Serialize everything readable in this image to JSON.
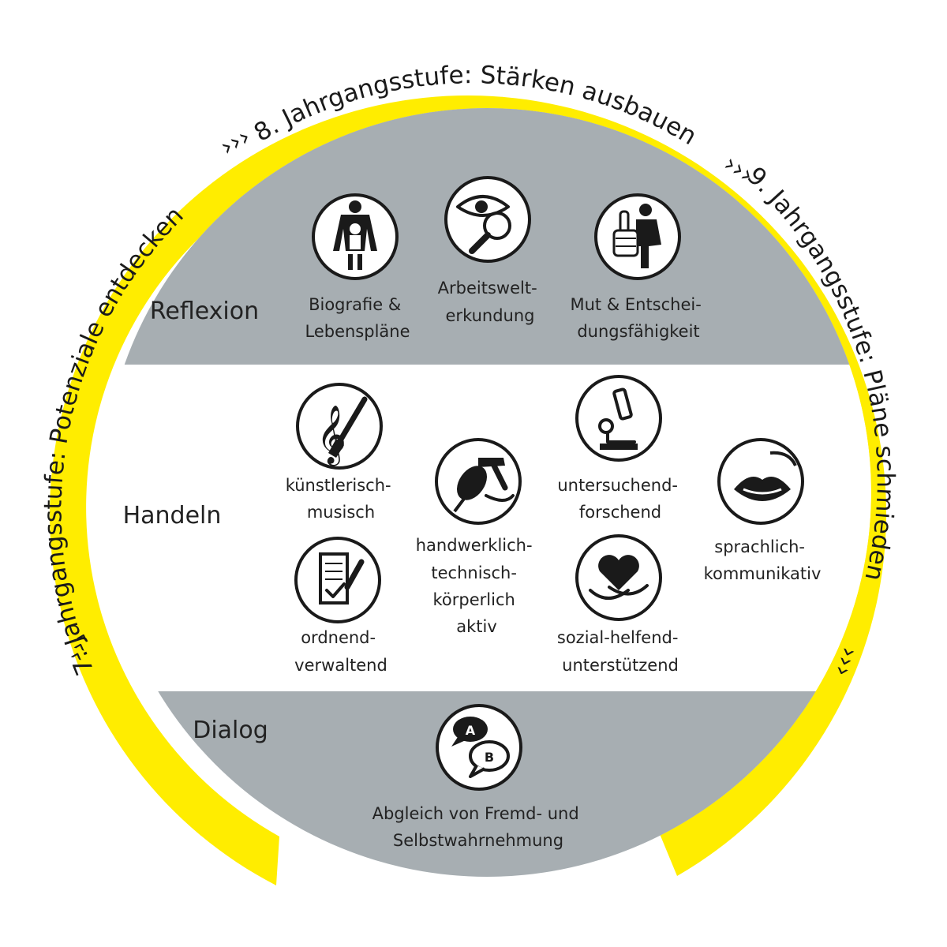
{
  "ring": {
    "segment_7": "7. Jahrgangsstufe: Potenziale entdecken",
    "segment_8": "8. Jahrgangsstufe: Stärken ausbauen",
    "segment_9": "9. Jahrgangsstufe: Pläne schmieden",
    "arrows": "›››",
    "color": "#ffed00"
  },
  "bands": {
    "reflexion": "Reflexion",
    "handeln": "Handeln",
    "dialog": "Dialog",
    "grey": "#a7aeb2"
  },
  "items": {
    "biografie": [
      "Biografie &",
      "Lebenspläne"
    ],
    "arbeitswelt": [
      "Arbeitswelt-",
      "erkundung"
    ],
    "mut": [
      "Mut & Entschei-",
      "dungsfähigkeit"
    ],
    "kuenstlerisch": [
      "künstlerisch-",
      "musisch"
    ],
    "ordnend": [
      "ordnend-",
      "verwaltend"
    ],
    "handwerklich": [
      "handwerklich-",
      "technisch-",
      "körperlich",
      "aktiv"
    ],
    "untersuchend": [
      "untersuchend-",
      "forschend"
    ],
    "sozial": [
      "sozial-helfend-",
      "unterstützend"
    ],
    "sprachlich": [
      "sprachlich-",
      "kommunikativ"
    ],
    "abgleich": [
      "Abgleich von Fremd- und",
      "Selbstwahrnehmung"
    ]
  },
  "icons": {
    "biografie": "parent-child-icon",
    "arbeitswelt": "eye-magnifier-icon",
    "mut": "thumbs-up-person-icon",
    "kuenstlerisch": "treble-clef-brush-icon",
    "ordnend": "form-pencil-icon",
    "handwerklich": "mouse-hammer-icon",
    "untersuchend": "microscope-icon",
    "sozial": "heart-hands-icon",
    "sprachlich": "lips-speech-icon",
    "abgleich": "speech-bubbles-ab-icon"
  },
  "bubble_letters": {
    "a": "A",
    "b": "B"
  }
}
